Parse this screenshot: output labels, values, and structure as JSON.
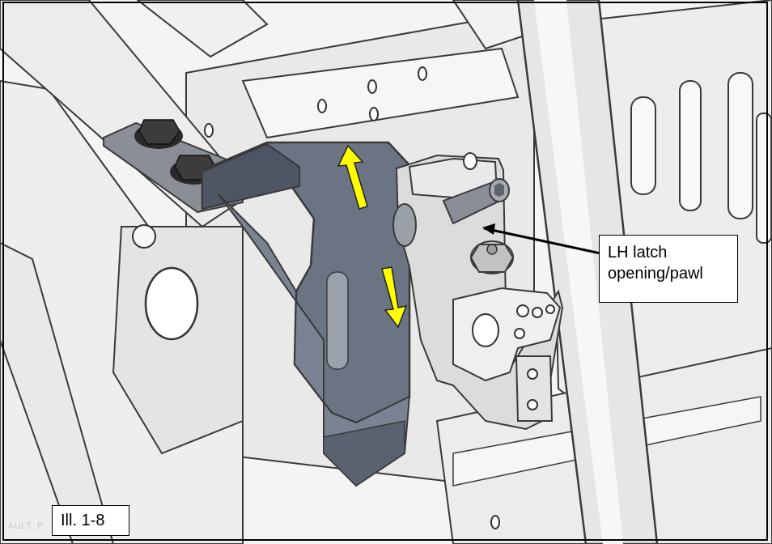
{
  "callout": {
    "line1": "LH latch",
    "line2": "opening/pawl"
  },
  "figure": {
    "label": "Ill. 1-8"
  },
  "watermark": {
    "text": "AULT_P"
  },
  "colors": {
    "arrow_fill": "#ffff00",
    "bracket": "#6a7383",
    "bracket_dark": "#4e5664",
    "structure": "#ececec",
    "tube": "#e8e8e8",
    "outline": "#3a3a3a"
  }
}
